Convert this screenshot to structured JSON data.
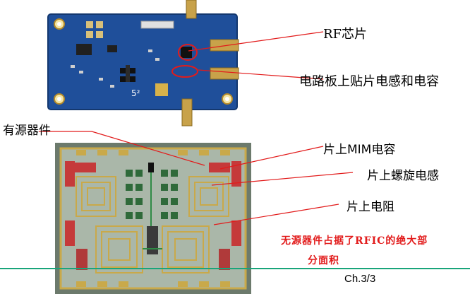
{
  "labels": {
    "rf_chip": "RF芯片",
    "board_smd": "电路板上贴片电感和电容",
    "active_device": "有源器件",
    "mim_cap": "片上MIM电容",
    "spiral_inductor": "片上螺旋电感",
    "resistor": "片上电阻"
  },
  "note": {
    "line1": "无源器件占据了RFIC的绝大部",
    "line2": "分面积"
  },
  "footer": {
    "chapter": "Ch.3/3"
  },
  "board": {
    "silk_mark": "5²"
  },
  "colors": {
    "pcb_blue": "#1f4f9a",
    "annotation_red": "#e21b1b",
    "rule_green": "#19a57a",
    "die_gold": "#c9a94a"
  }
}
